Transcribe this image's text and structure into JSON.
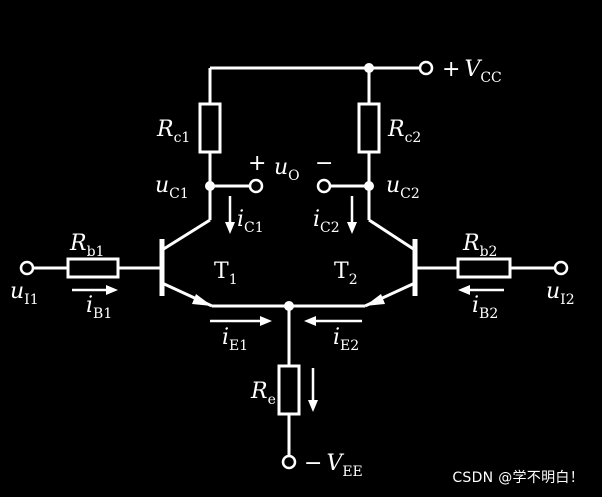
{
  "labels": {
    "vcc": {
      "sym": "V",
      "sub": "CC",
      "sign": "+"
    },
    "vee": {
      "sym": "V",
      "sub": "EE",
      "sign": "−"
    },
    "rc1": {
      "sym": "R",
      "sub": "c1"
    },
    "rc2": {
      "sym": "R",
      "sub": "c2"
    },
    "rb1": {
      "sym": "R",
      "sub": "b1"
    },
    "rb2": {
      "sym": "R",
      "sub": "b2"
    },
    "re": {
      "sym": "R",
      "sub": "e"
    },
    "uo": {
      "sym": "u",
      "sub": "O",
      "plus": "+",
      "minus": "−"
    },
    "uc1": {
      "sym": "u",
      "sub": "C1"
    },
    "uc2": {
      "sym": "u",
      "sub": "C2"
    },
    "ic1": {
      "sym": "i",
      "sub": "C1"
    },
    "ic2": {
      "sym": "i",
      "sub": "C2"
    },
    "ib1": {
      "sym": "i",
      "sub": "B1"
    },
    "ib2": {
      "sym": "i",
      "sub": "B2"
    },
    "ie1": {
      "sym": "i",
      "sub": "E1"
    },
    "ie2": {
      "sym": "i",
      "sub": "E2"
    },
    "ui1": {
      "sym": "u",
      "sub": "I1"
    },
    "ui2": {
      "sym": "u",
      "sub": "I2"
    },
    "t1": {
      "sym": "T",
      "sub": "1"
    },
    "t2": {
      "sym": "T",
      "sub": "2"
    }
  },
  "watermark": "CSDN @学不明白！",
  "colors": {
    "background": "#000000",
    "stroke": "#ffffff"
  }
}
